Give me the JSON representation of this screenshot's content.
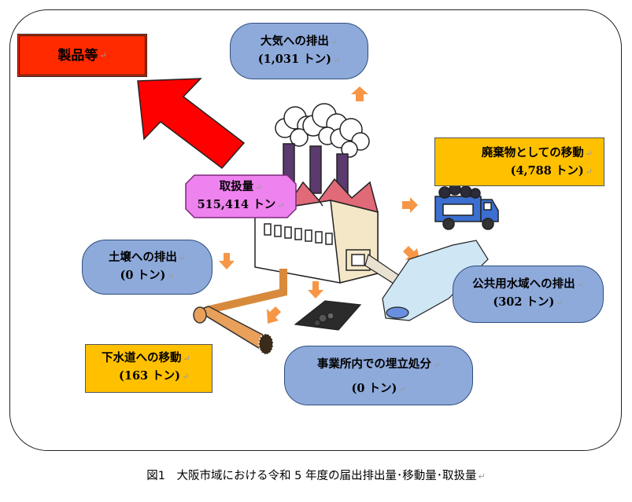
{
  "labels": {
    "product": "製品等",
    "air_title": "大気への排出",
    "air_value": "(1,031 トン)",
    "waste_title": "廃棄物としての移動",
    "waste_value": "(4,788 トン)",
    "handling_title": "取扱量",
    "handling_value": "515,414 トン",
    "soil_title": "土壌への排出",
    "soil_value": "(0 トン)",
    "water_title": "公共用水域への排出",
    "water_value": "(302 トン)",
    "sewer_title": "下水道への移動",
    "sewer_value": "(163 トン)",
    "landfill_title": "事業所内での埋立処分",
    "landfill_value": "(0 トン)"
  },
  "caption": "図1　大阪市域における令和 5 年度の届出排出量･移動量･取扱量",
  "paragraph_mark": "↵",
  "colors": {
    "pill_fill": "#8eaadb",
    "box_fill": "#ffc000",
    "product_fill": "#ff2a00",
    "handling_fill": "#ee82ee",
    "arrow_orange": "#f79646",
    "big_arrow_red": "#ff0000"
  },
  "icons": [
    "factory-icon",
    "truck-icon",
    "pipe-icon",
    "landfill-pit-icon",
    "waste-stream-icon"
  ]
}
